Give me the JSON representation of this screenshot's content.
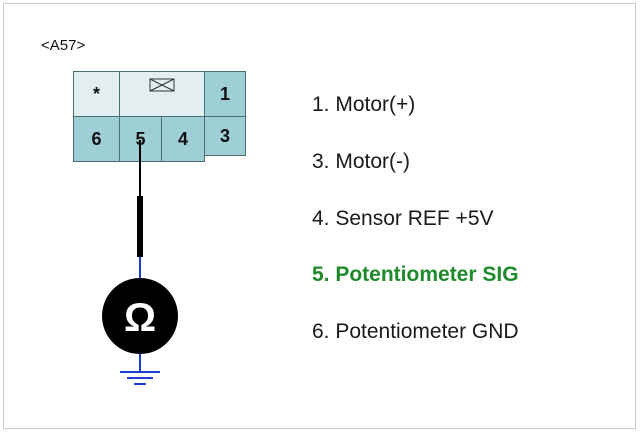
{
  "connector": {
    "id": "<A57>",
    "top_row": [
      "*",
      "",
      "1"
    ],
    "bottom_row": [
      "6",
      "5",
      "4",
      "3"
    ],
    "locking_symbol_icon": "latch-cross-icon"
  },
  "pins": [
    {
      "label": "1. Motor(+)",
      "highlight": false
    },
    {
      "label": "3. Motor(-)",
      "highlight": false
    },
    {
      "label": "4. Sensor REF +5V",
      "highlight": false
    },
    {
      "label": "5. Potentiometer SIG",
      "highlight": true
    },
    {
      "label": "6. Potentiometer GND",
      "highlight": false
    }
  ],
  "meter": {
    "symbol": "Ω",
    "icon": "ohmmeter-icon"
  },
  "colors": {
    "connector_fill": "#9ecfd4",
    "connector_fill_light": "#e3eef0",
    "highlight_text": "#1f8a2b",
    "lead_wire": "#000000",
    "ground_wire": "#1a3fd0"
  }
}
